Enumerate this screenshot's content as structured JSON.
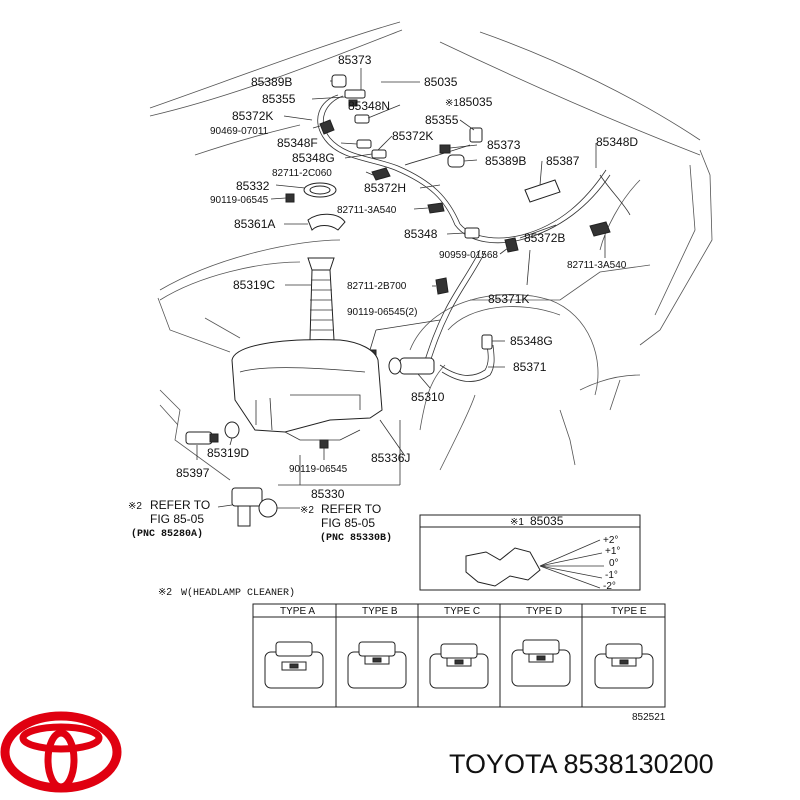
{
  "callouts": {
    "c85373a": "85373",
    "c85389b_a": "85389B",
    "c85035_a": "85035",
    "c85355_a": "85355",
    "c85035_b": "85035",
    "c85035_b_mark": "※1",
    "c85348n": "85348N",
    "c85372k_a": "85372K",
    "c90469": "90469-07011",
    "c85355_b": "85355",
    "c85372k_b": "85372K",
    "c85373_b": "85373",
    "c85348d": "85348D",
    "c85348f": "85348F",
    "c85389b_b": "85389B",
    "c85348g_a": "85348G",
    "c85387": "85387",
    "c82711_2c060": "82711-2C060",
    "c85332": "85332",
    "c85372h": "85372H",
    "c90119_a": "90119-06545",
    "c82711_3a540_a": "82711-3A540",
    "c85361a": "85361A",
    "c85348": "85348",
    "c85372b": "85372B",
    "c90959": "90959-01568",
    "c82711_3a540_b": "82711-3A540",
    "c85319c": "85319C",
    "c82711_2b700": "82711-2B700",
    "c85371k": "85371K",
    "c90119_b": "90119-06545(2)",
    "c85348g_b": "85348G",
    "c85371": "85371",
    "c85310": "85310",
    "c85319d": "85319D",
    "c90119_c": "90119-06545",
    "c85336j": "85336J",
    "c85397": "85397",
    "c85330": "85330"
  },
  "refer_left": {
    "mark": "※2",
    "line1": "REFER TO",
    "line2": "FIG 85-05",
    "line3": "(PNC 85280A)"
  },
  "refer_right": {
    "mark": "※2",
    "line1": "REFER TO",
    "line2": "FIG 85-05",
    "line3": "(PNC 85330B)"
  },
  "detail": {
    "title_mark": "※1",
    "title": "85035",
    "angles": [
      "+2°",
      "+1°",
      "0°",
      "-1°",
      "-2°"
    ]
  },
  "note": {
    "mark": "※2",
    "text": "W(HEADLAMP CLEANER)"
  },
  "types": [
    "TYPE A",
    "TYPE B",
    "TYPE C",
    "TYPE D",
    "TYPE E"
  ],
  "figure_number": "852521",
  "brand": {
    "text": "TOYOTA 8538130200",
    "logo_color": "#e00010"
  }
}
